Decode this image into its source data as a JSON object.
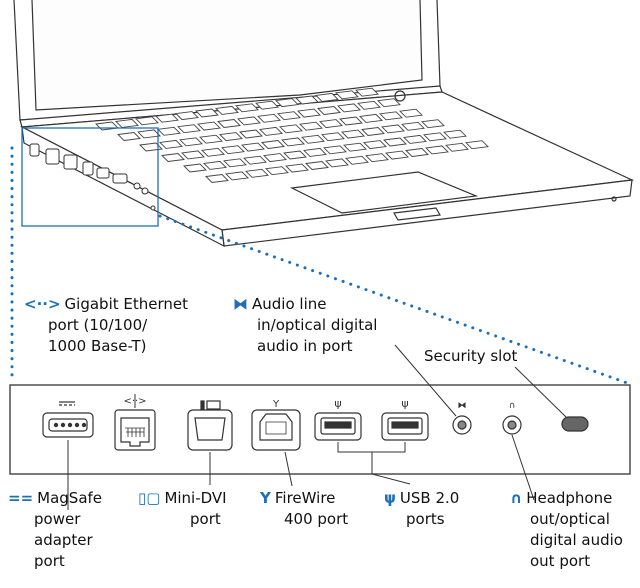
{
  "labels": {
    "ethernet": {
      "icon": "<··>",
      "lines": [
        "Gigabit Ethernet",
        "port (10/100/",
        "1000 Base-T)"
      ]
    },
    "audio_in": {
      "icon": "⧓",
      "lines": [
        "Audio line",
        "in/optical digital",
        "audio in port"
      ]
    },
    "security": {
      "lines": [
        "Security slot"
      ]
    },
    "magsafe": {
      "icon": "==",
      "lines": [
        "MagSafe",
        "power",
        "adapter",
        "port"
      ]
    },
    "minidvi": {
      "icon": "▯▢",
      "lines": [
        "Mini-DVI",
        "port"
      ]
    },
    "firewire": {
      "icon": "Y",
      "lines": [
        "FireWire",
        "400 port"
      ]
    },
    "usb": {
      "icon": "ψ",
      "lines": [
        "USB 2.0",
        "ports"
      ]
    },
    "headphone": {
      "icon": "∩",
      "lines": [
        "Headphone",
        "out/optical",
        "digital audio",
        "out port"
      ]
    }
  },
  "colors": {
    "accent": "#1e6fb8",
    "outline": "#333333",
    "panel": "#ffffff"
  }
}
